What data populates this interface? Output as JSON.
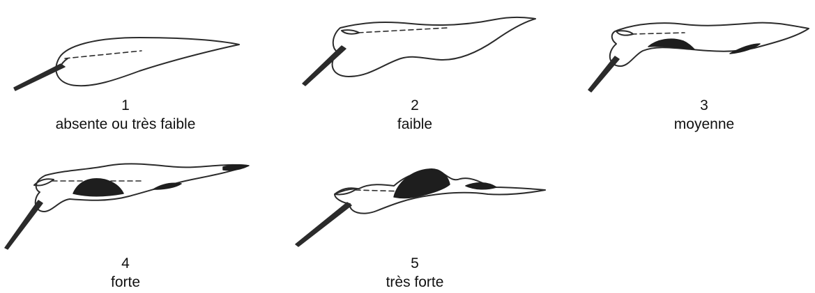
{
  "figures": [
    {
      "number": "1",
      "label": "absente ou très faible"
    },
    {
      "number": "2",
      "label": "faible"
    },
    {
      "number": "3",
      "label": "moyenne"
    },
    {
      "number": "4",
      "label": "forte"
    },
    {
      "number": "5",
      "label": "très forte"
    }
  ]
}
